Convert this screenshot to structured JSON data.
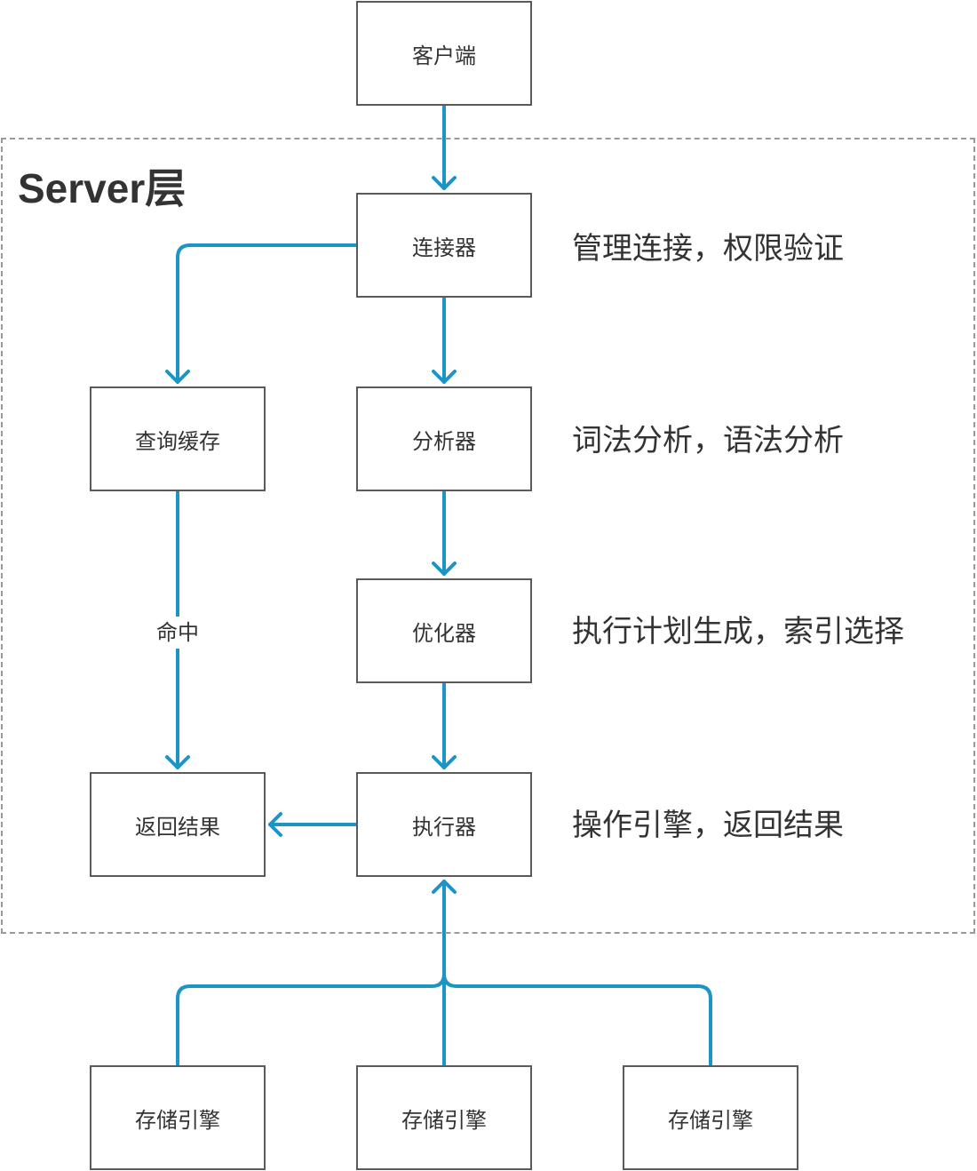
{
  "colors": {
    "connector": "#1a95c6",
    "box_border": "#5a5a5a",
    "frame_border": "#9a9a9a",
    "text": "#333333"
  },
  "layer_title": "Server层",
  "nodes": {
    "client": "客户端",
    "connector": "连接器",
    "query_cache": "查询缓存",
    "analyzer": "分析器",
    "optimizer": "优化器",
    "executor": "执行器",
    "return_result": "返回结果",
    "storage_engine_1": "存储引擎",
    "storage_engine_2": "存储引擎",
    "storage_engine_3": "存储引擎"
  },
  "notes": {
    "connector": "管理连接，权限验证",
    "analyzer": "词法分析，语法分析",
    "optimizer": "执行计划生成，索引选择",
    "executor": "操作引擎，返回结果"
  },
  "edge_labels": {
    "cache_hit": "命中"
  }
}
